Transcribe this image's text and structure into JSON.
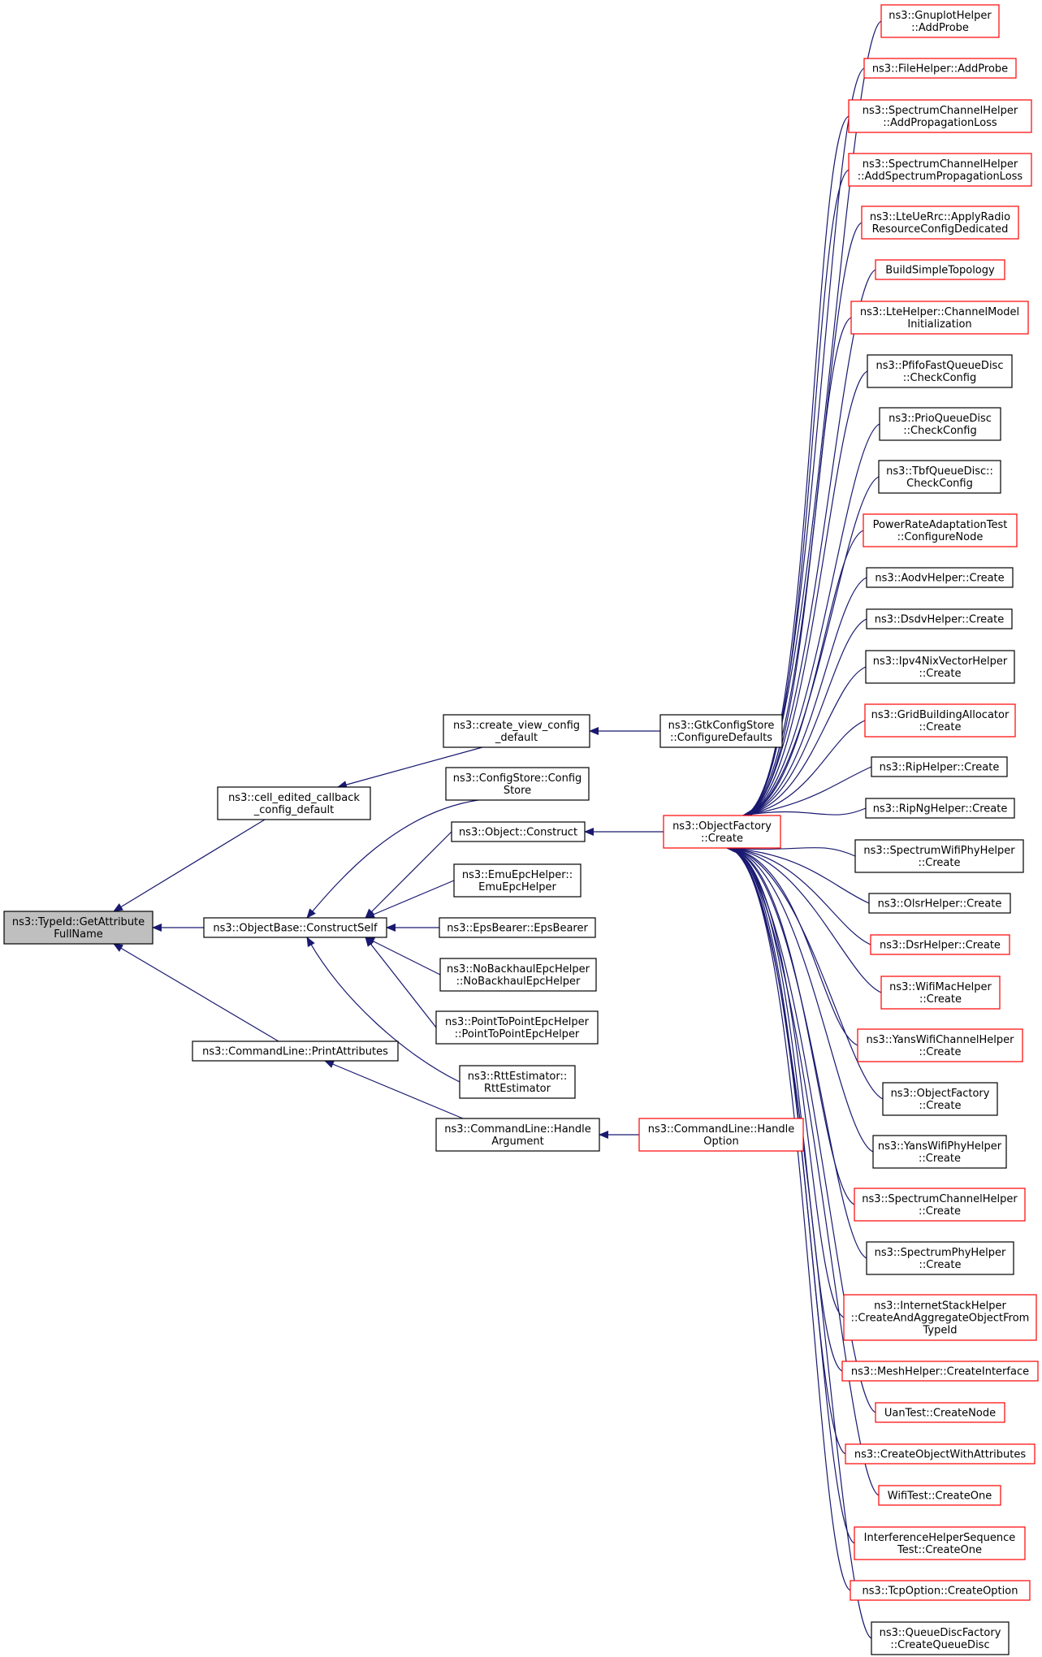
{
  "colors": {
    "edge": "#191970",
    "arrowhead": "#191970",
    "node_border_default": "#000000",
    "node_border_truncated": "#ff0000",
    "node_fill": "#ffffff",
    "root_fill": "#bfbfbf"
  },
  "graph": {
    "nodes": [
      {
        "id": "root",
        "lines": [
          "ns3::TypeId::GetAttribute",
          "FullName"
        ],
        "style": "root"
      },
      {
        "id": "cell_edited",
        "lines": [
          "ns3::cell_edited_callback",
          "_config_default"
        ],
        "style": "normal"
      },
      {
        "id": "construct_self",
        "lines": [
          "ns3::ObjectBase::ConstructSelf"
        ],
        "style": "normal"
      },
      {
        "id": "print_attributes",
        "lines": [
          "ns3::CommandLine::PrintAttributes"
        ],
        "style": "normal"
      },
      {
        "id": "create_view",
        "lines": [
          "ns3::create_view_config",
          "_default"
        ],
        "style": "normal"
      },
      {
        "id": "configstore",
        "lines": [
          "ns3::ConfigStore::Config",
          "Store"
        ],
        "style": "normal"
      },
      {
        "id": "object_construct",
        "lines": [
          "ns3::Object::Construct"
        ],
        "style": "normal"
      },
      {
        "id": "emuepc",
        "lines": [
          "ns3::EmuEpcHelper::",
          "EmuEpcHelper"
        ],
        "style": "normal"
      },
      {
        "id": "epsbearer",
        "lines": [
          "ns3::EpsBearer::EpsBearer"
        ],
        "style": "normal"
      },
      {
        "id": "nobackhaul",
        "lines": [
          "ns3::NoBackhaulEpcHelper",
          "::NoBackhaulEpcHelper"
        ],
        "style": "normal"
      },
      {
        "id": "p2pepc",
        "lines": [
          "ns3::PointToPointEpcHelper",
          "::PointToPointEpcHelper"
        ],
        "style": "normal"
      },
      {
        "id": "rttest",
        "lines": [
          "ns3::RttEstimator::",
          "RttEstimator"
        ],
        "style": "normal"
      },
      {
        "id": "handle_argument",
        "lines": [
          "ns3::CommandLine::Handle",
          "Argument"
        ],
        "style": "normal"
      },
      {
        "id": "gtkconfig",
        "lines": [
          "ns3::GtkConfigStore",
          "::ConfigureDefaults"
        ],
        "style": "normal"
      },
      {
        "id": "objectfactory_create",
        "lines": [
          "ns3::ObjectFactory",
          "::Create"
        ],
        "style": "truncated"
      },
      {
        "id": "handle_option",
        "lines": [
          "ns3::CommandLine::Handle",
          "Option"
        ],
        "style": "truncated"
      },
      {
        "id": "r1",
        "lines": [
          "ns3::GnuplotHelper",
          "::AddProbe"
        ],
        "style": "truncated"
      },
      {
        "id": "r2",
        "lines": [
          "ns3::FileHelper::AddProbe"
        ],
        "style": "truncated"
      },
      {
        "id": "r3",
        "lines": [
          "ns3::SpectrumChannelHelper",
          "::AddPropagationLoss"
        ],
        "style": "truncated"
      },
      {
        "id": "r4",
        "lines": [
          "ns3::SpectrumChannelHelper",
          "::AddSpectrumPropagationLoss"
        ],
        "style": "truncated"
      },
      {
        "id": "r5",
        "lines": [
          "ns3::LteUeRrc::ApplyRadio",
          "ResourceConfigDedicated"
        ],
        "style": "truncated"
      },
      {
        "id": "r6",
        "lines": [
          "BuildSimpleTopology"
        ],
        "style": "truncated"
      },
      {
        "id": "r7",
        "lines": [
          "ns3::LteHelper::ChannelModel",
          "Initialization"
        ],
        "style": "truncated"
      },
      {
        "id": "r8",
        "lines": [
          "ns3::PfifoFastQueueDisc",
          "::CheckConfig"
        ],
        "style": "normal"
      },
      {
        "id": "r9",
        "lines": [
          "ns3::PrioQueueDisc",
          "::CheckConfig"
        ],
        "style": "normal"
      },
      {
        "id": "r10",
        "lines": [
          "ns3::TbfQueueDisc::",
          "CheckConfig"
        ],
        "style": "normal"
      },
      {
        "id": "r11",
        "lines": [
          "PowerRateAdaptationTest",
          "::ConfigureNode"
        ],
        "style": "truncated"
      },
      {
        "id": "r12",
        "lines": [
          "ns3::AodvHelper::Create"
        ],
        "style": "normal"
      },
      {
        "id": "r13",
        "lines": [
          "ns3::DsdvHelper::Create"
        ],
        "style": "normal"
      },
      {
        "id": "r14",
        "lines": [
          "ns3::Ipv4NixVectorHelper",
          "::Create"
        ],
        "style": "normal"
      },
      {
        "id": "r15",
        "lines": [
          "ns3::GridBuildingAllocator",
          "::Create"
        ],
        "style": "truncated"
      },
      {
        "id": "r16",
        "lines": [
          "ns3::RipHelper::Create"
        ],
        "style": "normal"
      },
      {
        "id": "r17",
        "lines": [
          "ns3::RipNgHelper::Create"
        ],
        "style": "normal"
      },
      {
        "id": "r18",
        "lines": [
          "ns3::SpectrumWifiPhyHelper",
          "::Create"
        ],
        "style": "normal"
      },
      {
        "id": "r19",
        "lines": [
          "ns3::OlsrHelper::Create"
        ],
        "style": "normal"
      },
      {
        "id": "r20",
        "lines": [
          "ns3::DsrHelper::Create"
        ],
        "style": "truncated"
      },
      {
        "id": "r21",
        "lines": [
          "ns3::WifiMacHelper",
          "::Create"
        ],
        "style": "truncated"
      },
      {
        "id": "r22",
        "lines": [
          "ns3::YansWifiChannelHelper",
          "::Create"
        ],
        "style": "truncated"
      },
      {
        "id": "r23",
        "lines": [
          "ns3::ObjectFactory",
          "::Create"
        ],
        "style": "normal"
      },
      {
        "id": "r24",
        "lines": [
          "ns3::YansWifiPhyHelper",
          "::Create"
        ],
        "style": "normal"
      },
      {
        "id": "r25",
        "lines": [
          "ns3::SpectrumChannelHelper",
          "::Create"
        ],
        "style": "truncated"
      },
      {
        "id": "r26",
        "lines": [
          "ns3::SpectrumPhyHelper",
          "::Create"
        ],
        "style": "normal"
      },
      {
        "id": "r27",
        "lines": [
          "ns3::InternetStackHelper",
          "::CreateAndAggregateObjectFrom",
          "TypeId"
        ],
        "style": "truncated"
      },
      {
        "id": "r28",
        "lines": [
          "ns3::MeshHelper::CreateInterface"
        ],
        "style": "truncated"
      },
      {
        "id": "r29",
        "lines": [
          "UanTest::CreateNode"
        ],
        "style": "truncated"
      },
      {
        "id": "r30",
        "lines": [
          "ns3::CreateObjectWithAttributes"
        ],
        "style": "truncated"
      },
      {
        "id": "r31",
        "lines": [
          "WifiTest::CreateOne"
        ],
        "style": "truncated"
      },
      {
        "id": "r32",
        "lines": [
          "InterferenceHelperSequence",
          "Test::CreateOne"
        ],
        "style": "truncated"
      },
      {
        "id": "r33",
        "lines": [
          "ns3::TcpOption::CreateOption"
        ],
        "style": "truncated"
      },
      {
        "id": "r34",
        "lines": [
          "ns3::QueueDiscFactory",
          "::CreateQueueDisc"
        ],
        "style": "normal"
      }
    ],
    "edges": [
      {
        "from": "cell_edited",
        "to": "root"
      },
      {
        "from": "construct_self",
        "to": "root"
      },
      {
        "from": "print_attributes",
        "to": "root"
      },
      {
        "from": "create_view",
        "to": "cell_edited"
      },
      {
        "from": "configstore",
        "to": "construct_self"
      },
      {
        "from": "object_construct",
        "to": "construct_self"
      },
      {
        "from": "emuepc",
        "to": "construct_self"
      },
      {
        "from": "epsbearer",
        "to": "construct_self"
      },
      {
        "from": "nobackhaul",
        "to": "construct_self"
      },
      {
        "from": "p2pepc",
        "to": "construct_self"
      },
      {
        "from": "rttest",
        "to": "construct_self"
      },
      {
        "from": "handle_argument",
        "to": "print_attributes"
      },
      {
        "from": "gtkconfig",
        "to": "create_view"
      },
      {
        "from": "objectfactory_create",
        "to": "object_construct"
      },
      {
        "from": "handle_option",
        "to": "handle_argument"
      },
      {
        "from": "r1",
        "to": "objectfactory_create"
      },
      {
        "from": "r2",
        "to": "objectfactory_create"
      },
      {
        "from": "r3",
        "to": "objectfactory_create"
      },
      {
        "from": "r4",
        "to": "objectfactory_create"
      },
      {
        "from": "r5",
        "to": "objectfactory_create"
      },
      {
        "from": "r6",
        "to": "objectfactory_create"
      },
      {
        "from": "r7",
        "to": "objectfactory_create"
      },
      {
        "from": "r8",
        "to": "objectfactory_create"
      },
      {
        "from": "r9",
        "to": "objectfactory_create"
      },
      {
        "from": "r10",
        "to": "objectfactory_create"
      },
      {
        "from": "r11",
        "to": "objectfactory_create"
      },
      {
        "from": "r12",
        "to": "objectfactory_create"
      },
      {
        "from": "r13",
        "to": "objectfactory_create"
      },
      {
        "from": "r14",
        "to": "objectfactory_create"
      },
      {
        "from": "r15",
        "to": "objectfactory_create"
      },
      {
        "from": "r16",
        "to": "objectfactory_create"
      },
      {
        "from": "r17",
        "to": "objectfactory_create"
      },
      {
        "from": "r18",
        "to": "objectfactory_create"
      },
      {
        "from": "r19",
        "to": "objectfactory_create"
      },
      {
        "from": "r20",
        "to": "objectfactory_create"
      },
      {
        "from": "r21",
        "to": "objectfactory_create"
      },
      {
        "from": "r22",
        "to": "objectfactory_create"
      },
      {
        "from": "r23",
        "to": "objectfactory_create"
      },
      {
        "from": "r24",
        "to": "objectfactory_create"
      },
      {
        "from": "r25",
        "to": "objectfactory_create"
      },
      {
        "from": "r26",
        "to": "objectfactory_create"
      },
      {
        "from": "r27",
        "to": "objectfactory_create"
      },
      {
        "from": "r28",
        "to": "objectfactory_create"
      },
      {
        "from": "r29",
        "to": "objectfactory_create"
      },
      {
        "from": "r30",
        "to": "objectfactory_create"
      },
      {
        "from": "r31",
        "to": "objectfactory_create"
      },
      {
        "from": "r32",
        "to": "objectfactory_create"
      },
      {
        "from": "r33",
        "to": "objectfactory_create"
      },
      {
        "from": "r34",
        "to": "objectfactory_create"
      }
    ]
  }
}
